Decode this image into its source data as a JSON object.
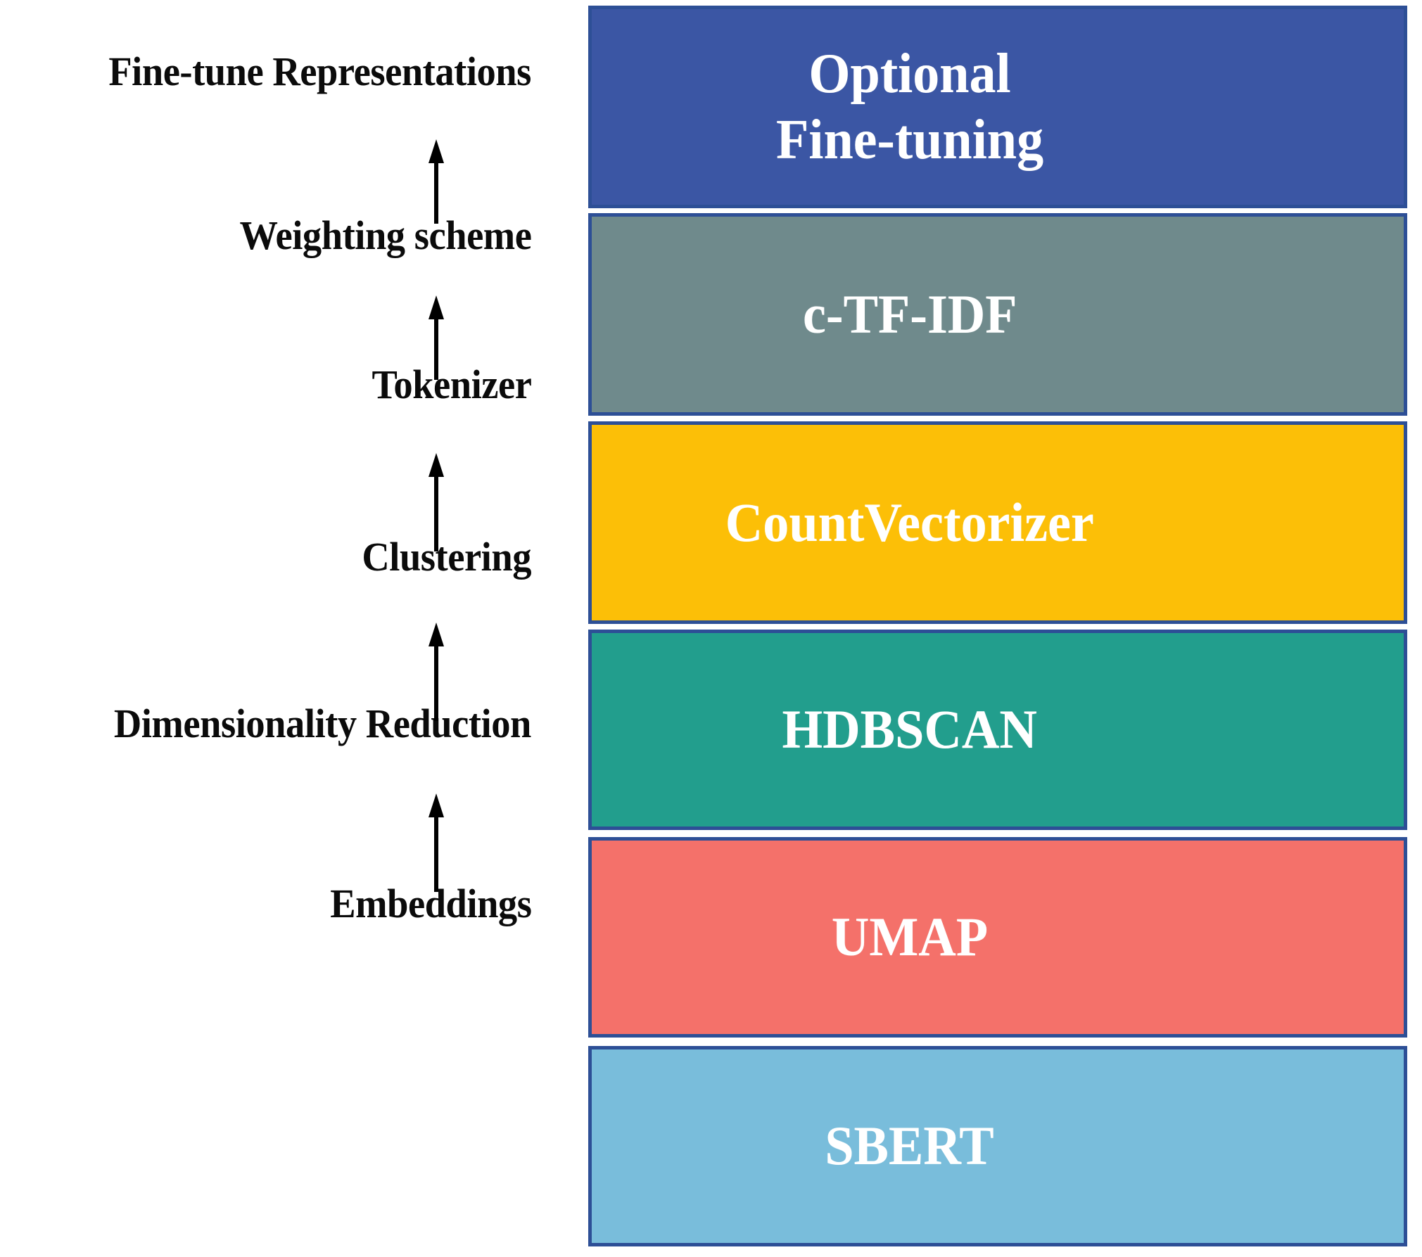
{
  "diagram": {
    "title": "BERTopic modular pipeline",
    "type": "vertical-stack-flow",
    "accent_border_color": "#2d4f96",
    "label_color": "#0b0b0b",
    "box_text_color": "#ffffff",
    "background_color": "#ffffff"
  },
  "stages": [
    {
      "label": "Fine-tune Representations",
      "component": "Optional\nFine-tuning",
      "color": "#3b56a4",
      "has_arrow_above": false
    },
    {
      "label": "Weighting scheme",
      "component": "c-TF-IDF",
      "color": "#6f8a8c",
      "has_arrow_above": true
    },
    {
      "label": "Tokenizer",
      "component": "CountVectorizer",
      "color": "#fcbf07",
      "has_arrow_above": true
    },
    {
      "label": "Clustering",
      "component": "HDBSCAN",
      "color": "#229e8d",
      "has_arrow_above": true
    },
    {
      "label": "Dimensionality Reduction",
      "component": "UMAP",
      "color": "#f4716a",
      "has_arrow_above": true
    },
    {
      "label": "Embeddings",
      "component": "SBERT",
      "color": "#79bddb",
      "has_arrow_above": true
    }
  ],
  "arrows": {
    "direction": "up",
    "count": 5,
    "color": "#000000",
    "description": "upward arrow connecting each stage label to the one above it"
  }
}
